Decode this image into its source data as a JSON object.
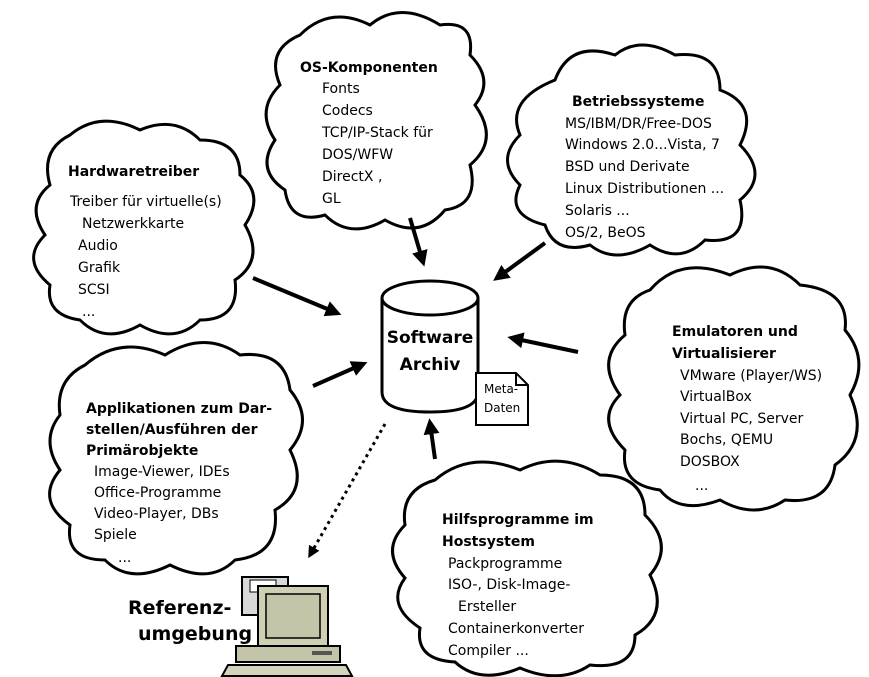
{
  "clouds": {
    "os_components": {
      "title": "OS-Komponenten",
      "items": [
        "Fonts",
        "Codecs",
        "TCP/IP-Stack für",
        "DOS/WFW",
        "DirectX ,",
        "GL"
      ]
    },
    "operating_systems": {
      "title": "Betriebssysteme",
      "items": [
        "MS/IBM/DR/Free-DOS",
        "Windows 2.0...Vista, 7",
        "BSD und Derivate",
        "Linux Distributionen ...",
        "Solaris ...",
        "OS/2, BeOS"
      ]
    },
    "hardware_drivers": {
      "title": "Hardwaretreiber",
      "items": [
        "Treiber für virtuelle(s)",
        "Netzwerkkarte",
        "Audio",
        "Grafik",
        "SCSI",
        "..."
      ]
    },
    "emulators": {
      "title_lines": [
        "Emulatoren und",
        "Virtualisierer"
      ],
      "items": [
        "VMware (Player/WS)",
        "VirtualBox",
        "Virtual PC, Server",
        "Bochs, QEMU",
        "DOSBOX",
        "..."
      ]
    },
    "applications": {
      "title_lines": [
        "Applikationen zum Dar-",
        "stellen/Ausführen der",
        "Primärobjekte"
      ],
      "items": [
        "Image-Viewer, IDEs",
        "Office-Programme",
        "Video-Player, DBs",
        "Spiele",
        "..."
      ]
    },
    "helper_programs": {
      "title_lines": [
        "Hilfsprogramme im",
        "Hostsystem"
      ],
      "items": [
        "Packprogramme",
        "ISO-, Disk-Image-",
        "Ersteller",
        "Containerkonverter",
        "Compiler ..."
      ]
    }
  },
  "center": {
    "title_lines": [
      "Software",
      "Archiv"
    ],
    "meta_lines": [
      "Meta-",
      "Daten"
    ]
  },
  "reference": {
    "lines": [
      "Referenz-",
      "umgebung"
    ]
  },
  "icons": {
    "archive": "cylinder-database-icon",
    "metadata": "document-icon",
    "reference": "computer-icon"
  }
}
